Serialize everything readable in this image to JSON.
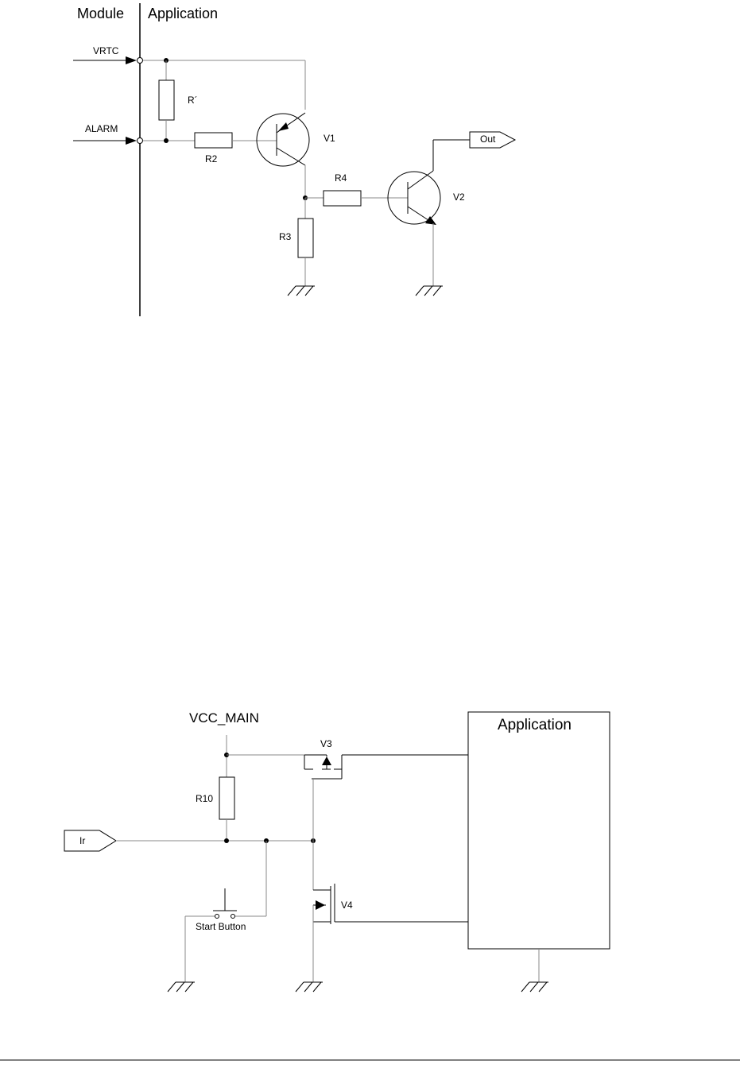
{
  "diagram1": {
    "header_left": "Module",
    "header_right": "Application",
    "signals": {
      "vrtc": "VRTC",
      "alarm": "ALARM",
      "out": "Out"
    },
    "components": {
      "r_prime": "R´",
      "r2": "R2",
      "r3": "R3",
      "r4": "R4",
      "v1": "V1",
      "v2": "V2"
    }
  },
  "diagram2": {
    "supply": "VCC_MAIN",
    "block": "Application",
    "signals": {
      "ir": "Ir"
    },
    "components": {
      "r10": "R10",
      "v3": "V3",
      "v4": "V4",
      "start_button": "Start Button"
    }
  }
}
